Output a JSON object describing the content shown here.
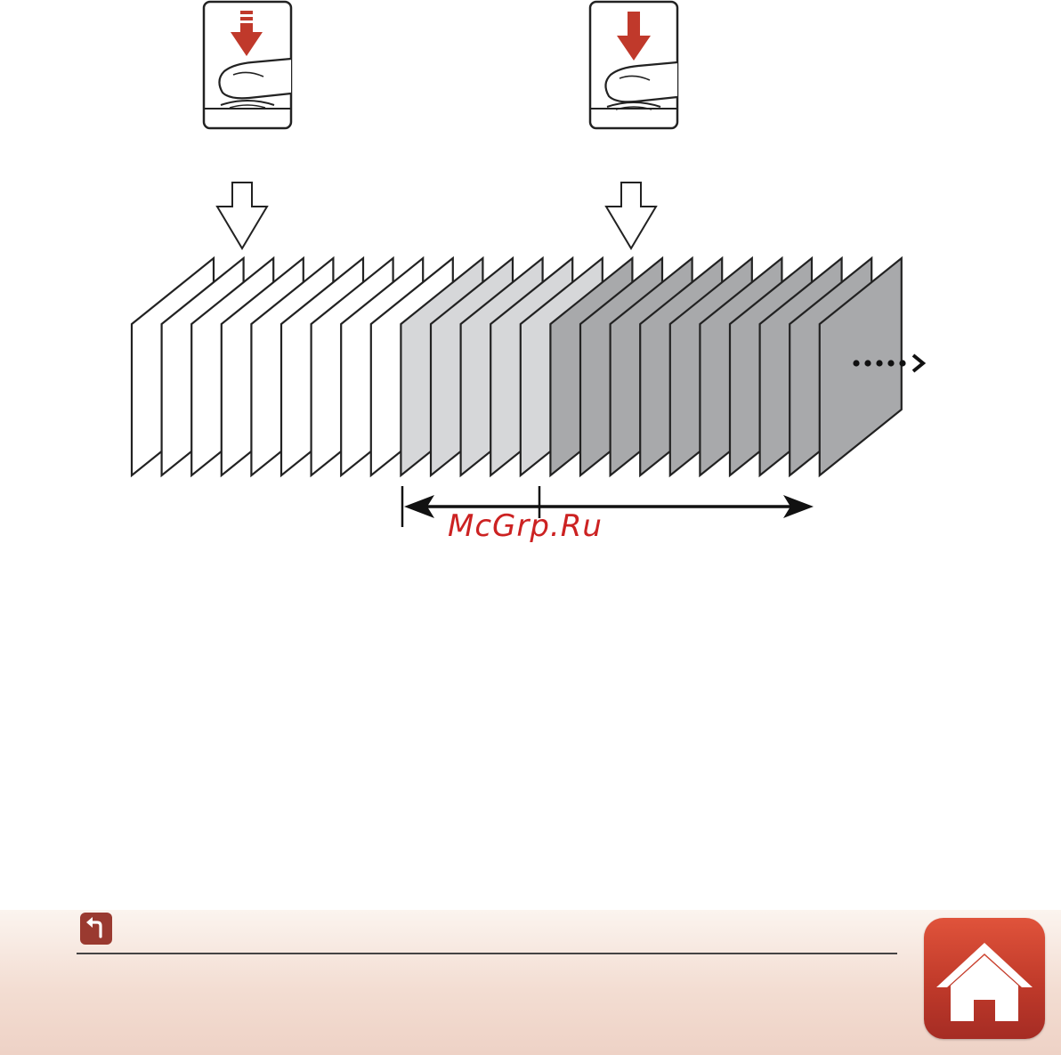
{
  "watermark": {
    "text": "McGrp.Ru"
  },
  "colors": {
    "accent_red": "#c0392b",
    "frame_white": "#ffffff",
    "frame_light_gray": "#d6d7d9",
    "frame_dark_gray": "#a8a9ab",
    "outline": "#222222"
  },
  "diagram": {
    "shutter_half_press": {
      "icon": "half-press-shutter-icon"
    },
    "shutter_full_press": {
      "icon": "full-press-shutter-icon"
    },
    "frames": {
      "white_count": 9,
      "light_gray_count": 5,
      "dark_gray_count": 10
    },
    "continuation": {
      "icon": "dotted-arrow-icon"
    },
    "span_arrows": {
      "icon": "double-headed-arrow-icon"
    }
  },
  "footer": {
    "back_icon": "back-arrow-icon",
    "home_icon": "home-icon"
  }
}
